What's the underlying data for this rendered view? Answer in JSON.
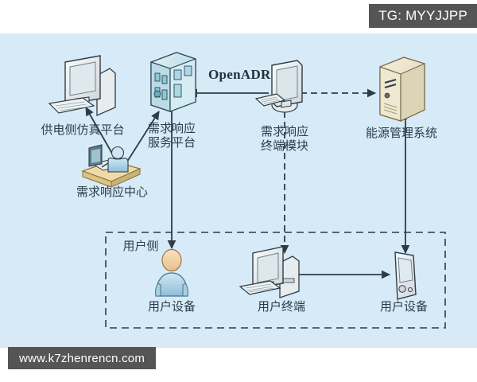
{
  "watermarks": {
    "top_right": "TG: MYYJJPP",
    "bottom_left": "www.k7zhenrencn.com"
  },
  "diagram": {
    "type": "network-architecture",
    "background_color": "#d7eaf8",
    "protocol_label": "OpenADR",
    "group_box_label": "用户侧",
    "nodes": [
      {
        "id": "supply-sim",
        "label": "供电侧仿真平台",
        "icon": "desktop-computer-icon"
      },
      {
        "id": "dr-center",
        "label": "需求响应中心",
        "icon": "operator-workstation-icon"
      },
      {
        "id": "dr-service",
        "label": "需求响应\n服务平台",
        "icon": "server-rack-icon"
      },
      {
        "id": "dr-terminal",
        "label": "需求响应\n终端模块",
        "icon": "monitor-keyboard-icon"
      },
      {
        "id": "energy-mgmt",
        "label": "能源管理系统",
        "icon": "tower-server-icon"
      },
      {
        "id": "user-device-person",
        "label": "用户设备",
        "icon": "person-icon"
      },
      {
        "id": "user-terminal",
        "label": "用户终端",
        "icon": "desktop-pc-icon"
      },
      {
        "id": "user-device-pda",
        "label": "用户设备",
        "icon": "pda-mobile-icon"
      }
    ],
    "edges": [
      {
        "from": "dr-center",
        "to": "supply-sim",
        "style": "solid",
        "arrows": "both"
      },
      {
        "from": "dr-center",
        "to": "dr-service",
        "style": "solid",
        "arrows": "both"
      },
      {
        "from": "dr-service",
        "to": "dr-terminal",
        "style": "solid",
        "arrows": "both",
        "label": "OpenADR"
      },
      {
        "from": "dr-terminal",
        "to": "energy-mgmt",
        "style": "dashed",
        "arrows": "both"
      },
      {
        "from": "dr-service",
        "to": "user-device-person",
        "style": "solid",
        "arrows": "end"
      },
      {
        "from": "dr-terminal",
        "to": "user-terminal",
        "style": "dashed",
        "arrows": "both"
      },
      {
        "from": "energy-mgmt",
        "to": "user-device-pda",
        "style": "solid",
        "arrows": "both"
      },
      {
        "from": "user-device-pda",
        "to": "user-terminal",
        "style": "solid",
        "arrows": "both"
      }
    ]
  }
}
